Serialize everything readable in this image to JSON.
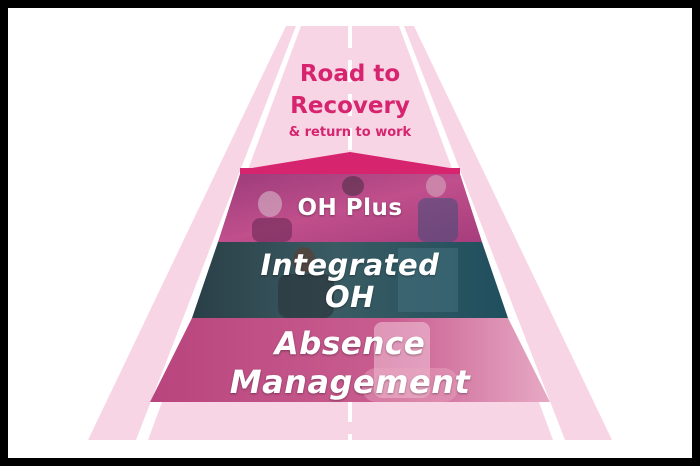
{
  "title": {
    "line1": "Road to",
    "line2": "Recovery",
    "line3": "& return to work"
  },
  "layers": [
    {
      "lines": [
        "OH Plus"
      ],
      "color": "#b73f86"
    },
    {
      "lines": [
        "Integrated",
        "OH"
      ],
      "color": "#254a55"
    },
    {
      "lines": [
        "Absence",
        "Management"
      ],
      "color": "#c24f86"
    }
  ],
  "colors": {
    "accent": "#d6246e",
    "road": "#f8d5e5",
    "lane_marking": "#ffffff"
  },
  "icons": {
    "road": "road-perspective",
    "arrow": "arrow-up-triangle"
  }
}
